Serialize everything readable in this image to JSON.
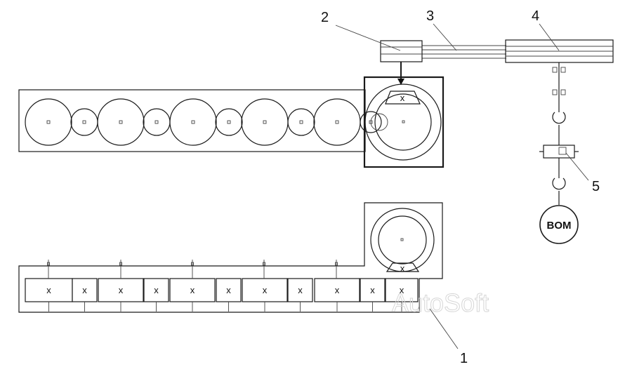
{
  "callouts": {
    "c1": "1",
    "c2": "2",
    "c3": "3",
    "c4": "4",
    "c5": "5"
  },
  "pump_label": "BOM",
  "x_mark": "x",
  "watermark": "AutoSoft"
}
